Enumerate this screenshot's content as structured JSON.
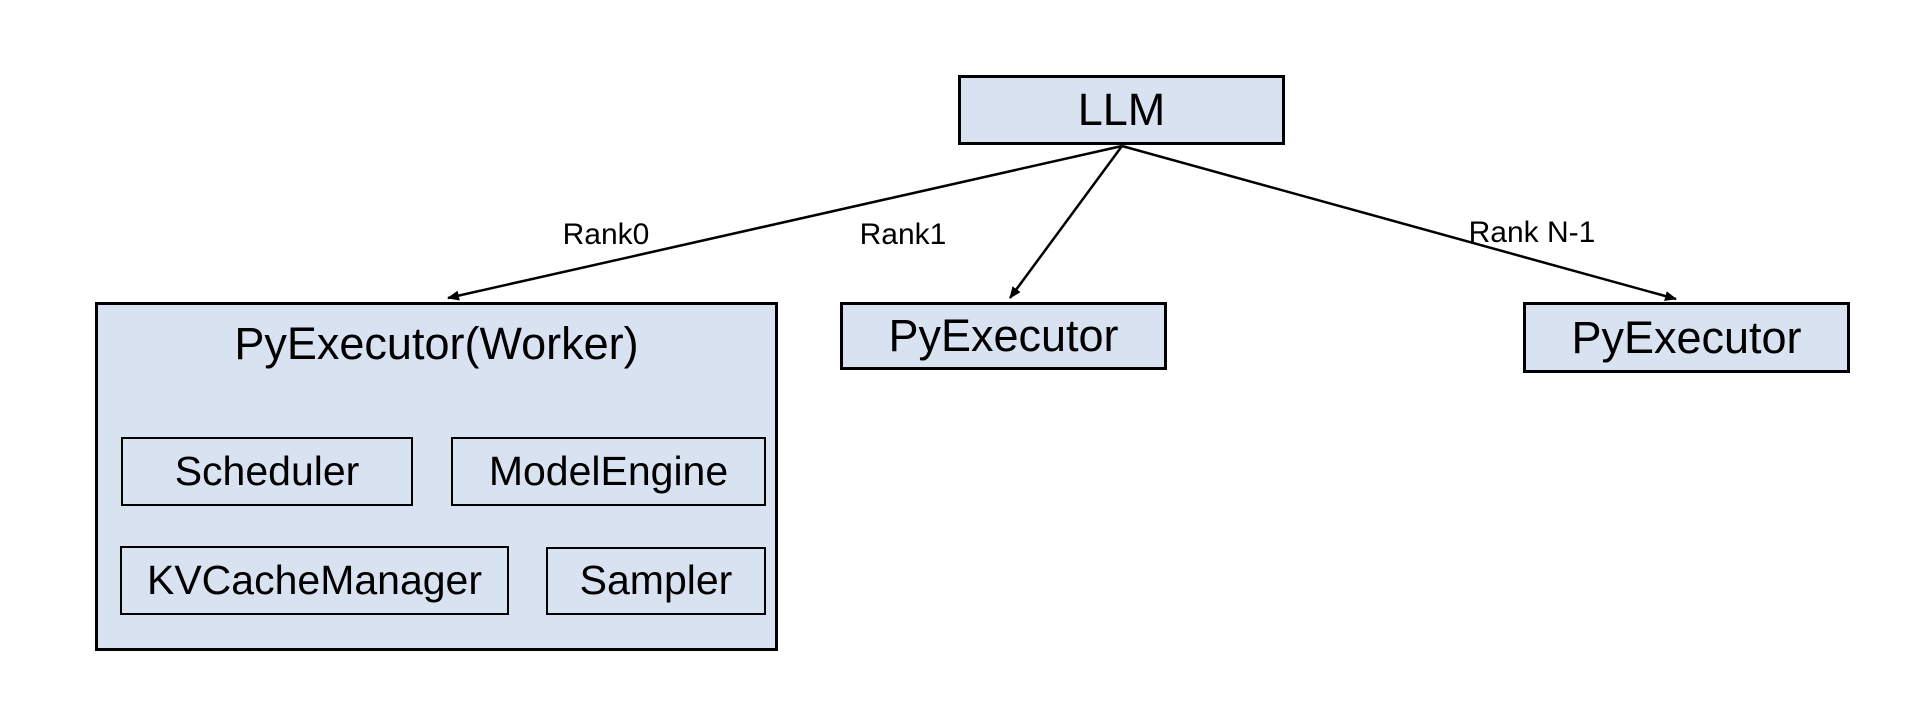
{
  "diagram": {
    "type": "architecture-diagram",
    "colors": {
      "node_fill": "#d8e2f1",
      "node_border": "#000000",
      "edge_line": "#000000",
      "text": "#000000",
      "background": "#ffffff"
    },
    "nodes": {
      "llm": {
        "label": "LLM"
      },
      "worker": {
        "label": "PyExecutor(Worker)",
        "children": [
          {
            "label": "Scheduler"
          },
          {
            "label": "ModelEngine"
          },
          {
            "label": "KVCacheManager"
          },
          {
            "label": "Sampler"
          }
        ]
      },
      "executor_rank1": {
        "label": "PyExecutor"
      },
      "executor_rank_n": {
        "label": "PyExecutor"
      }
    },
    "edges": [
      {
        "from": "LLM",
        "to": "PyExecutor(Worker)",
        "label": "Rank0"
      },
      {
        "from": "LLM",
        "to": "PyExecutor",
        "label": "Rank1"
      },
      {
        "from": "LLM",
        "to": "PyExecutor",
        "label": "Rank N-1"
      }
    ]
  }
}
